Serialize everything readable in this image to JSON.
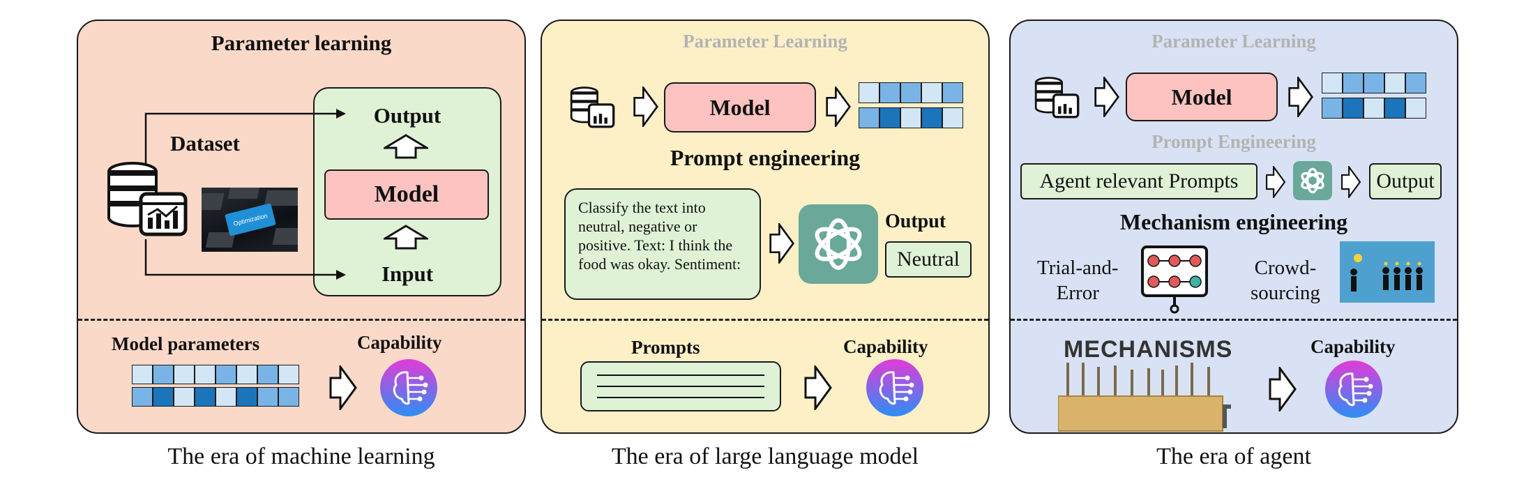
{
  "colors": {
    "ml_panel": "#fbd9c8",
    "llm_panel": "#fdf0c6",
    "agent_panel": "#d9e2f4",
    "model_box": "#fcc3c0",
    "green_box": "#dff2d6",
    "cell_light": "#d3e6f6",
    "cell_mid": "#7ab4e6",
    "cell_dark": "#1c74bb"
  },
  "ml_era": {
    "title": "Parameter learning",
    "dataset_label": "Dataset",
    "output_label": "Output",
    "model_label": "Model",
    "input_label": "Input",
    "keyboard_key_text": "Optimization",
    "params_label": "Model parameters",
    "capability_label": "Capability",
    "caption": "The era of machine learning"
  },
  "llm_era": {
    "param_title": "Parameter Learning",
    "model_label": "Model",
    "prompt_title": "Prompt engineering",
    "prompt_text": "Classify the text into neutral, negative or positive. Text: I think the food was okay. Sentiment:",
    "output_label": "Output",
    "output_value": "Neutral",
    "prompts_label": "Prompts",
    "capability_label": "Capability",
    "caption": "The era of large language model"
  },
  "agent_era": {
    "param_title": "Parameter Learning",
    "model_label": "Model",
    "prompt_title": "Prompt Engineering",
    "agent_prompts": "Agent relevant Prompts",
    "output_label": "Output",
    "mechanism_title": "Mechanism engineering",
    "trial_line1": "Trial-and-",
    "trial_line2": "Error",
    "crowd_line1": "Crowd-",
    "crowd_line2": "sourcing",
    "mechanisms_word": "MECHANISMS",
    "capability_label": "Capability",
    "caption": "The era of agent"
  }
}
